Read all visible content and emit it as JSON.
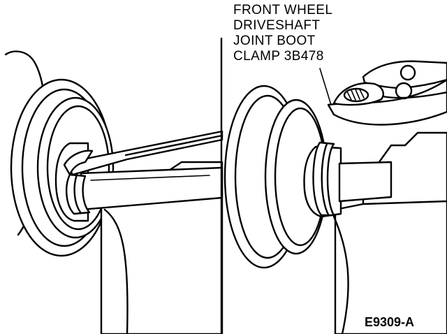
{
  "callout": {
    "lines": [
      "FRONT WHEEL",
      "DRIVESHAFT",
      "JOINT BOOT",
      "CLAMP 3B478"
    ]
  },
  "figure_id": "E9309-A"
}
